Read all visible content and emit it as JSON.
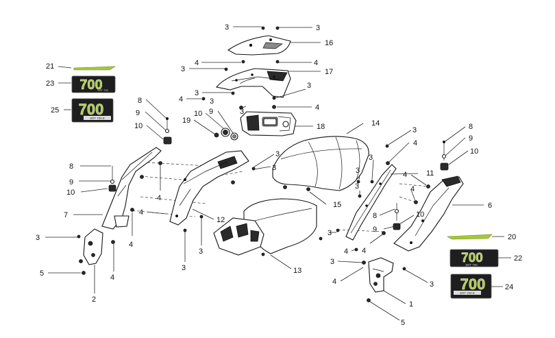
{
  "diagram": {
    "callouts": {
      "c1": "1",
      "c2": "2",
      "c3": "3",
      "c4": "4",
      "c5": "5",
      "c6": "6",
      "c7": "7",
      "c8": "8",
      "c9": "9",
      "c10": "10",
      "c11": "11",
      "c12": "12",
      "c13": "13",
      "c14": "14",
      "c15": "15",
      "c16": "16",
      "c17": "17",
      "c18": "18",
      "c19": "19",
      "c20": "20",
      "c21": "21",
      "c22": "22",
      "c23": "23",
      "c24": "24",
      "c25": "25"
    },
    "decals": {
      "model_number": "700",
      "sub_label_22": "SRT 700",
      "sub_label_23": "SRT 700",
      "sub_label_24": "SRT 700 E",
      "sub_label_25": "SRT 700 E"
    },
    "colors": {
      "accent_green": "#a6c83a",
      "decal_dark": "#1e1e1e",
      "line": "#111111"
    }
  }
}
